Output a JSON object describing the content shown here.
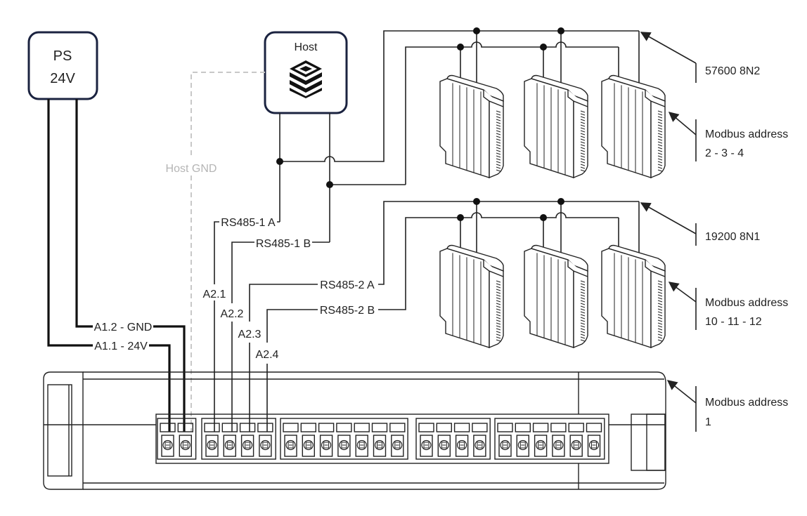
{
  "power_supply": {
    "line1": "PS",
    "line2": "24V"
  },
  "host": {
    "label": "Host",
    "gnd_label": "Host GND"
  },
  "wires": {
    "a1_2": "A1.2 - GND",
    "a1_1": "A1.1 - 24V",
    "rs485_1a": "RS485-1 A",
    "rs485_1b": "RS485-1 B",
    "rs485_2a": "RS485-2 A",
    "rs485_2b": "RS485-2 B",
    "a2_1": "A2.1",
    "a2_2": "A2.2",
    "a2_3": "A2.3",
    "a2_4": "A2.4"
  },
  "annotations": {
    "bus1_settings": "57600 8N2",
    "bus1_addr_title": "Modbus address",
    "bus1_addr_values": "2 - 3 - 4",
    "bus2_settings": "19200 8N1",
    "bus2_addr_title": "Modbus address",
    "bus2_addr_values": "10 - 11 - 12",
    "main_addr_title": "Modbus address",
    "main_addr_value": "1"
  },
  "colors": {
    "box_border": "#1b2340",
    "wire": "#111111",
    "host_gnd": "#c8c8c8"
  },
  "icons": {
    "host": "layered-cube-icon"
  }
}
